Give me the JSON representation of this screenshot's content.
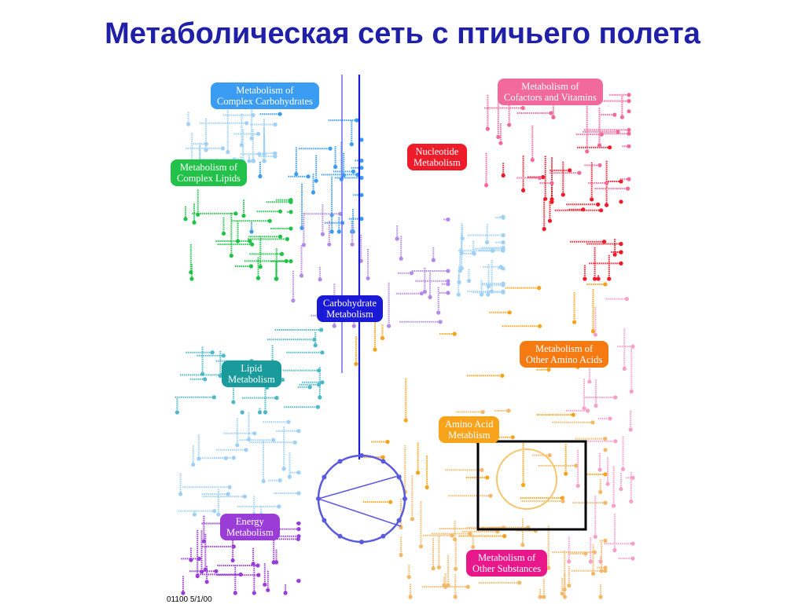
{
  "title": "Метаболическая сеть с птичьего полета",
  "footer": "01100  5/1/00",
  "colors": {
    "title": "#1f1fa8",
    "carbohydrate": "#1a1ad6",
    "complex_carbohydrates": "#3a9cf2",
    "complex_lipids": "#22c24a",
    "lipid": "#1a9b9b",
    "nucleotide": "#ee1c2a",
    "cofactors": "#f26a9c",
    "other_amino_acids": "#f57a12",
    "amino_acid": "#f7a31c",
    "energy": "#9a3dd6",
    "other_substances": "#e8178a"
  },
  "labels": {
    "complex_carbohydrates": {
      "line1": "Metabolism of",
      "line2": "Complex Carbohydrates"
    },
    "cofactors": {
      "line1": "Metabolism of",
      "line2": "Cofactors and Vitamins"
    },
    "nucleotide": {
      "line1": "Nucleotide",
      "line2": "Metabolism"
    },
    "complex_lipids": {
      "line1": "Metabolism of",
      "line2": "Complex Lipids"
    },
    "carbohydrate": {
      "line1": "Carbohydrate",
      "line2": "Metabolism"
    },
    "other_amino_acids": {
      "line1": "Metabolism of",
      "line2": "Other Amino Acids"
    },
    "lipid": {
      "line1": "Lipid",
      "line2": "Metabolism"
    },
    "amino_acid": {
      "line1": "Amino Acid",
      "line2": "Metablism"
    },
    "energy": {
      "line1": "Energy",
      "line2": "Metabolism"
    },
    "other_substances": {
      "line1": "Metabolism of",
      "line2": "Other Substances"
    }
  }
}
